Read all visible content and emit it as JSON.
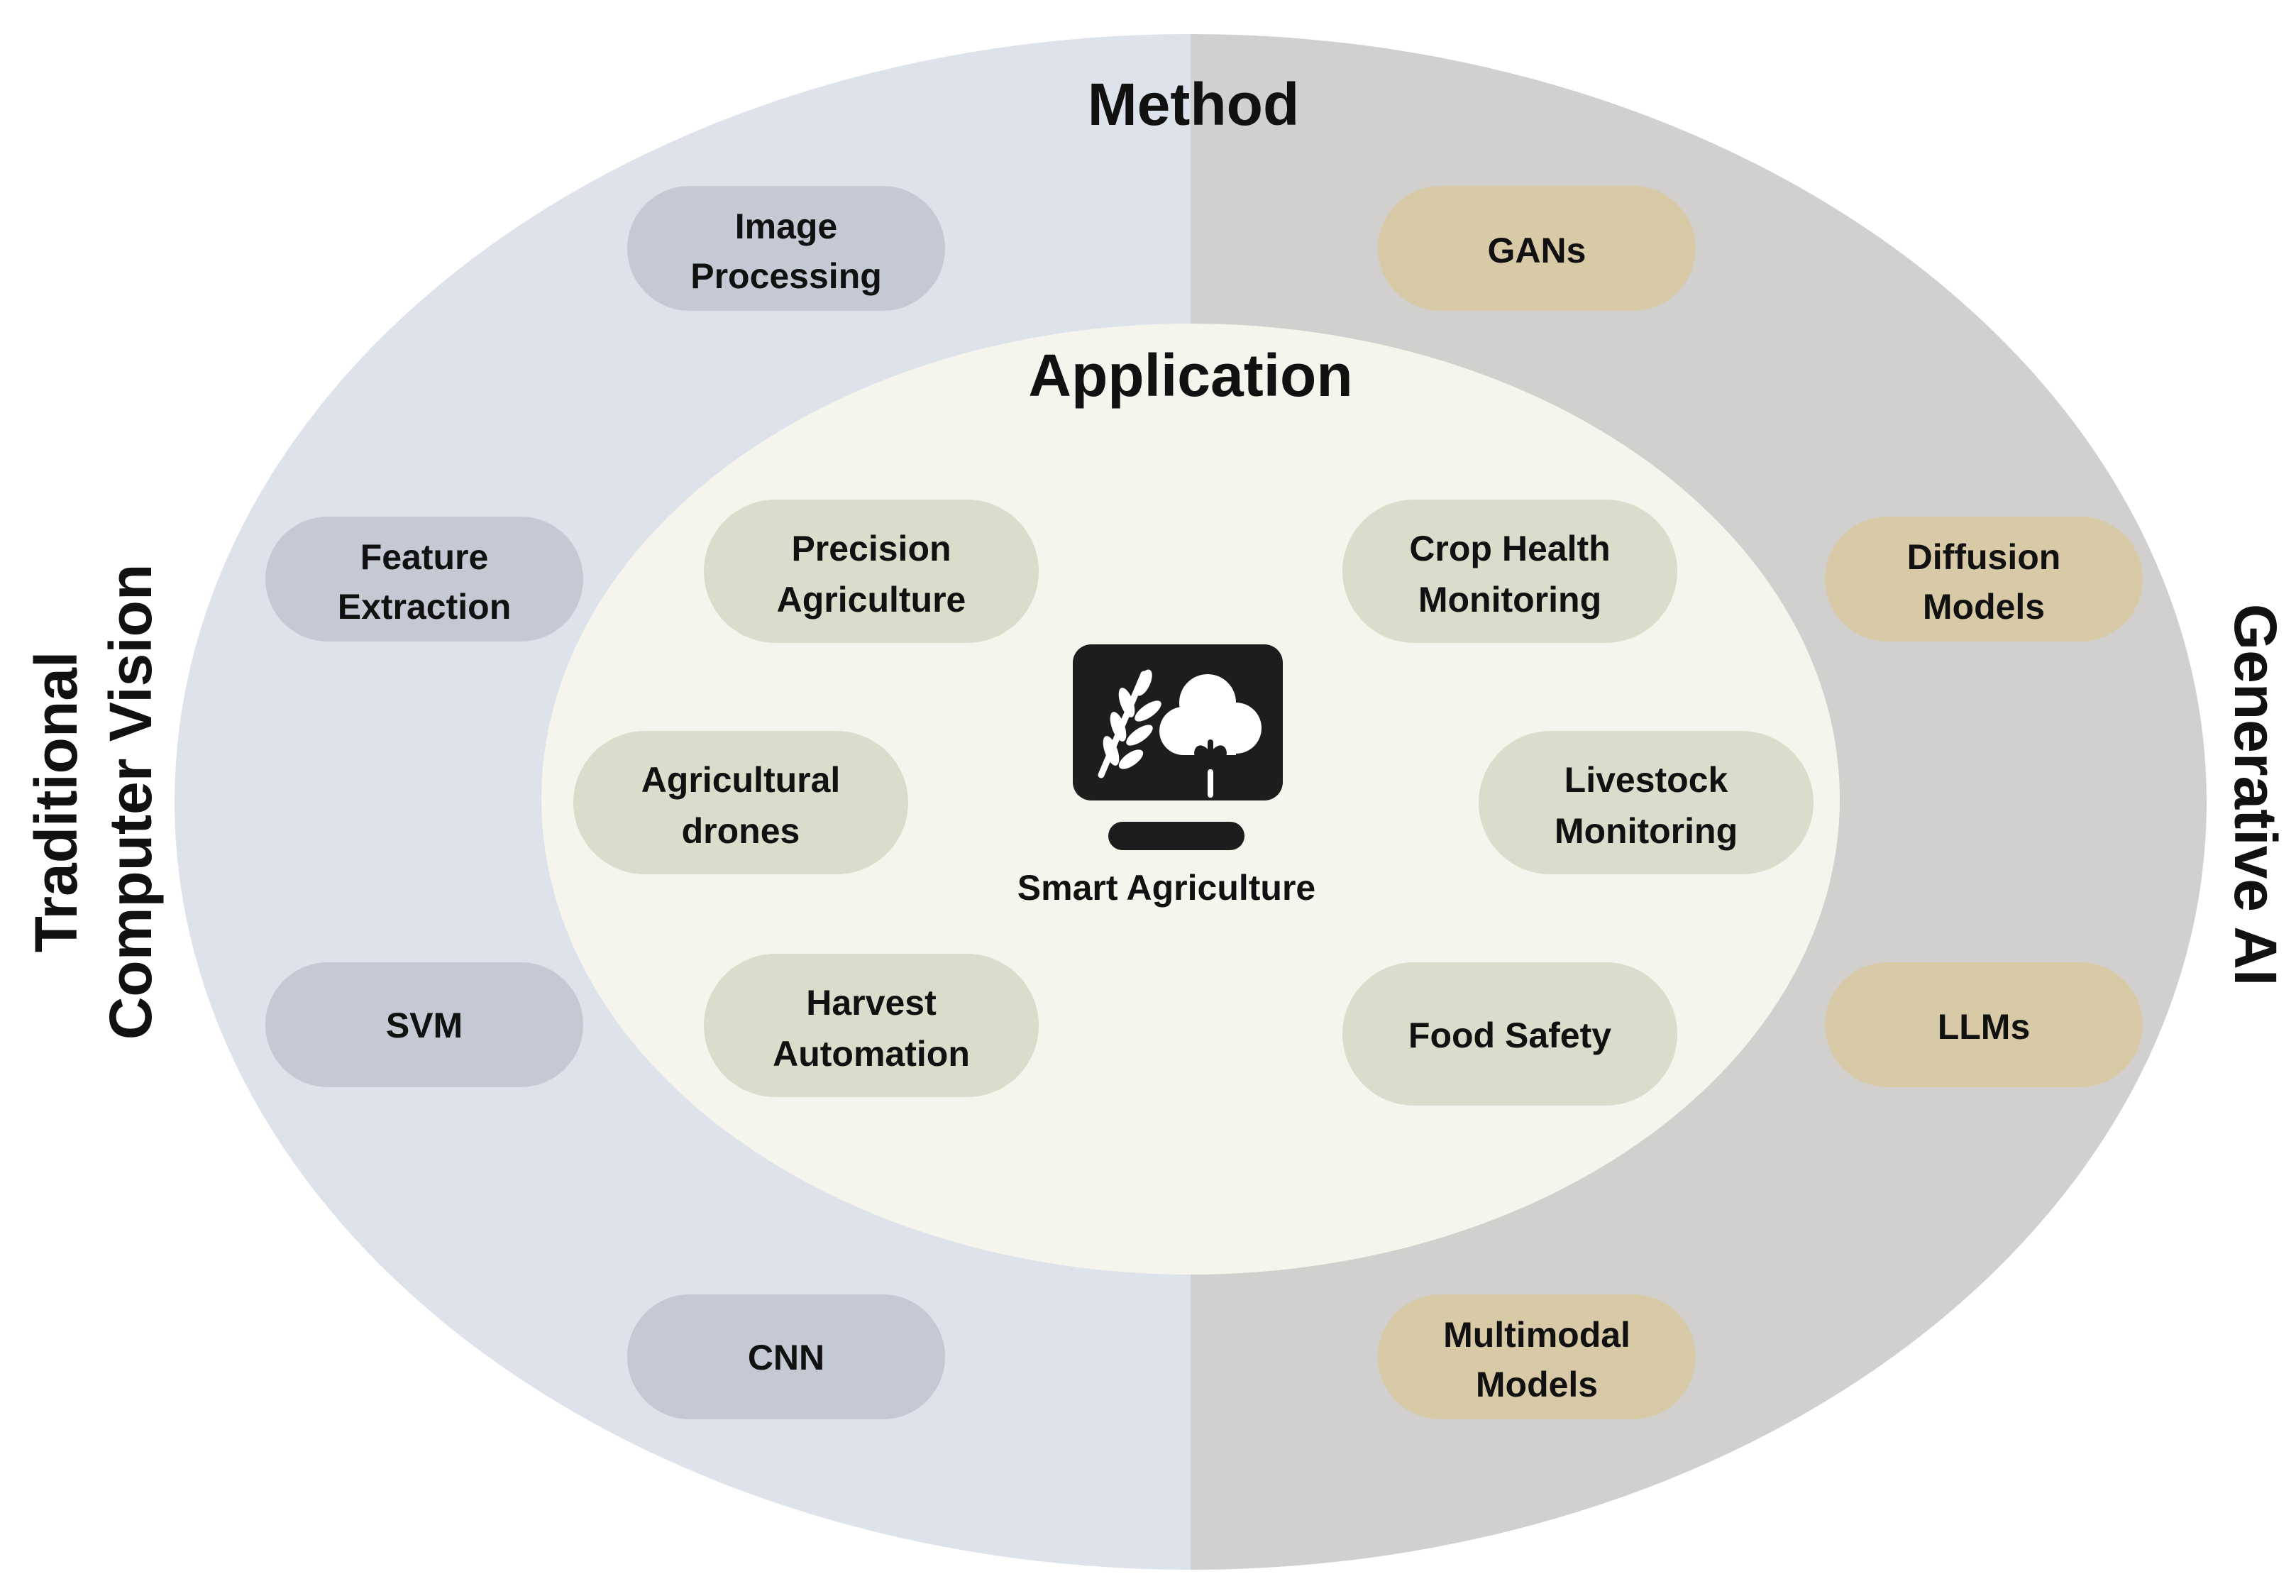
{
  "outer": {
    "title": "Method",
    "left_label_line1": "Traditional",
    "left_label_line2": "Computer Vision",
    "right_label": "Generative AI"
  },
  "inner": {
    "title": "Application",
    "center_caption": "Smart Agriculture",
    "center_icon": "monitor-wheat-cotton-icon"
  },
  "traditional_methods": [
    {
      "line1": "Image",
      "line2": "Processing"
    },
    {
      "line1": "Feature",
      "line2": "Extraction"
    },
    {
      "line1": "SVM",
      "line2": ""
    },
    {
      "line1": "CNN",
      "line2": ""
    }
  ],
  "generative_methods": [
    {
      "line1": "GANs",
      "line2": ""
    },
    {
      "line1": "Diffusion",
      "line2": "Models"
    },
    {
      "line1": "LLMs",
      "line2": ""
    },
    {
      "line1": "Multimodal",
      "line2": "Models"
    }
  ],
  "applications": [
    {
      "line1": "Precision",
      "line2": "Agriculture"
    },
    {
      "line1": "Crop Health",
      "line2": "Monitoring"
    },
    {
      "line1": "Agricultural",
      "line2": "drones"
    },
    {
      "line1": "Livestock",
      "line2": "Monitoring"
    },
    {
      "line1": "Harvest",
      "line2": "Automation"
    },
    {
      "line1": "Food Safety",
      "line2": ""
    }
  ],
  "colors": {
    "left_half": "#dee2ea",
    "right_half": "#d1d0cf",
    "inner_ellipse": "#f5f5ed",
    "traditional_pill": "#c4c9d3",
    "generative_pill": "#d8caa6",
    "application_pill": "#d9ddcc",
    "icon_dark": "#1d1d1d"
  }
}
